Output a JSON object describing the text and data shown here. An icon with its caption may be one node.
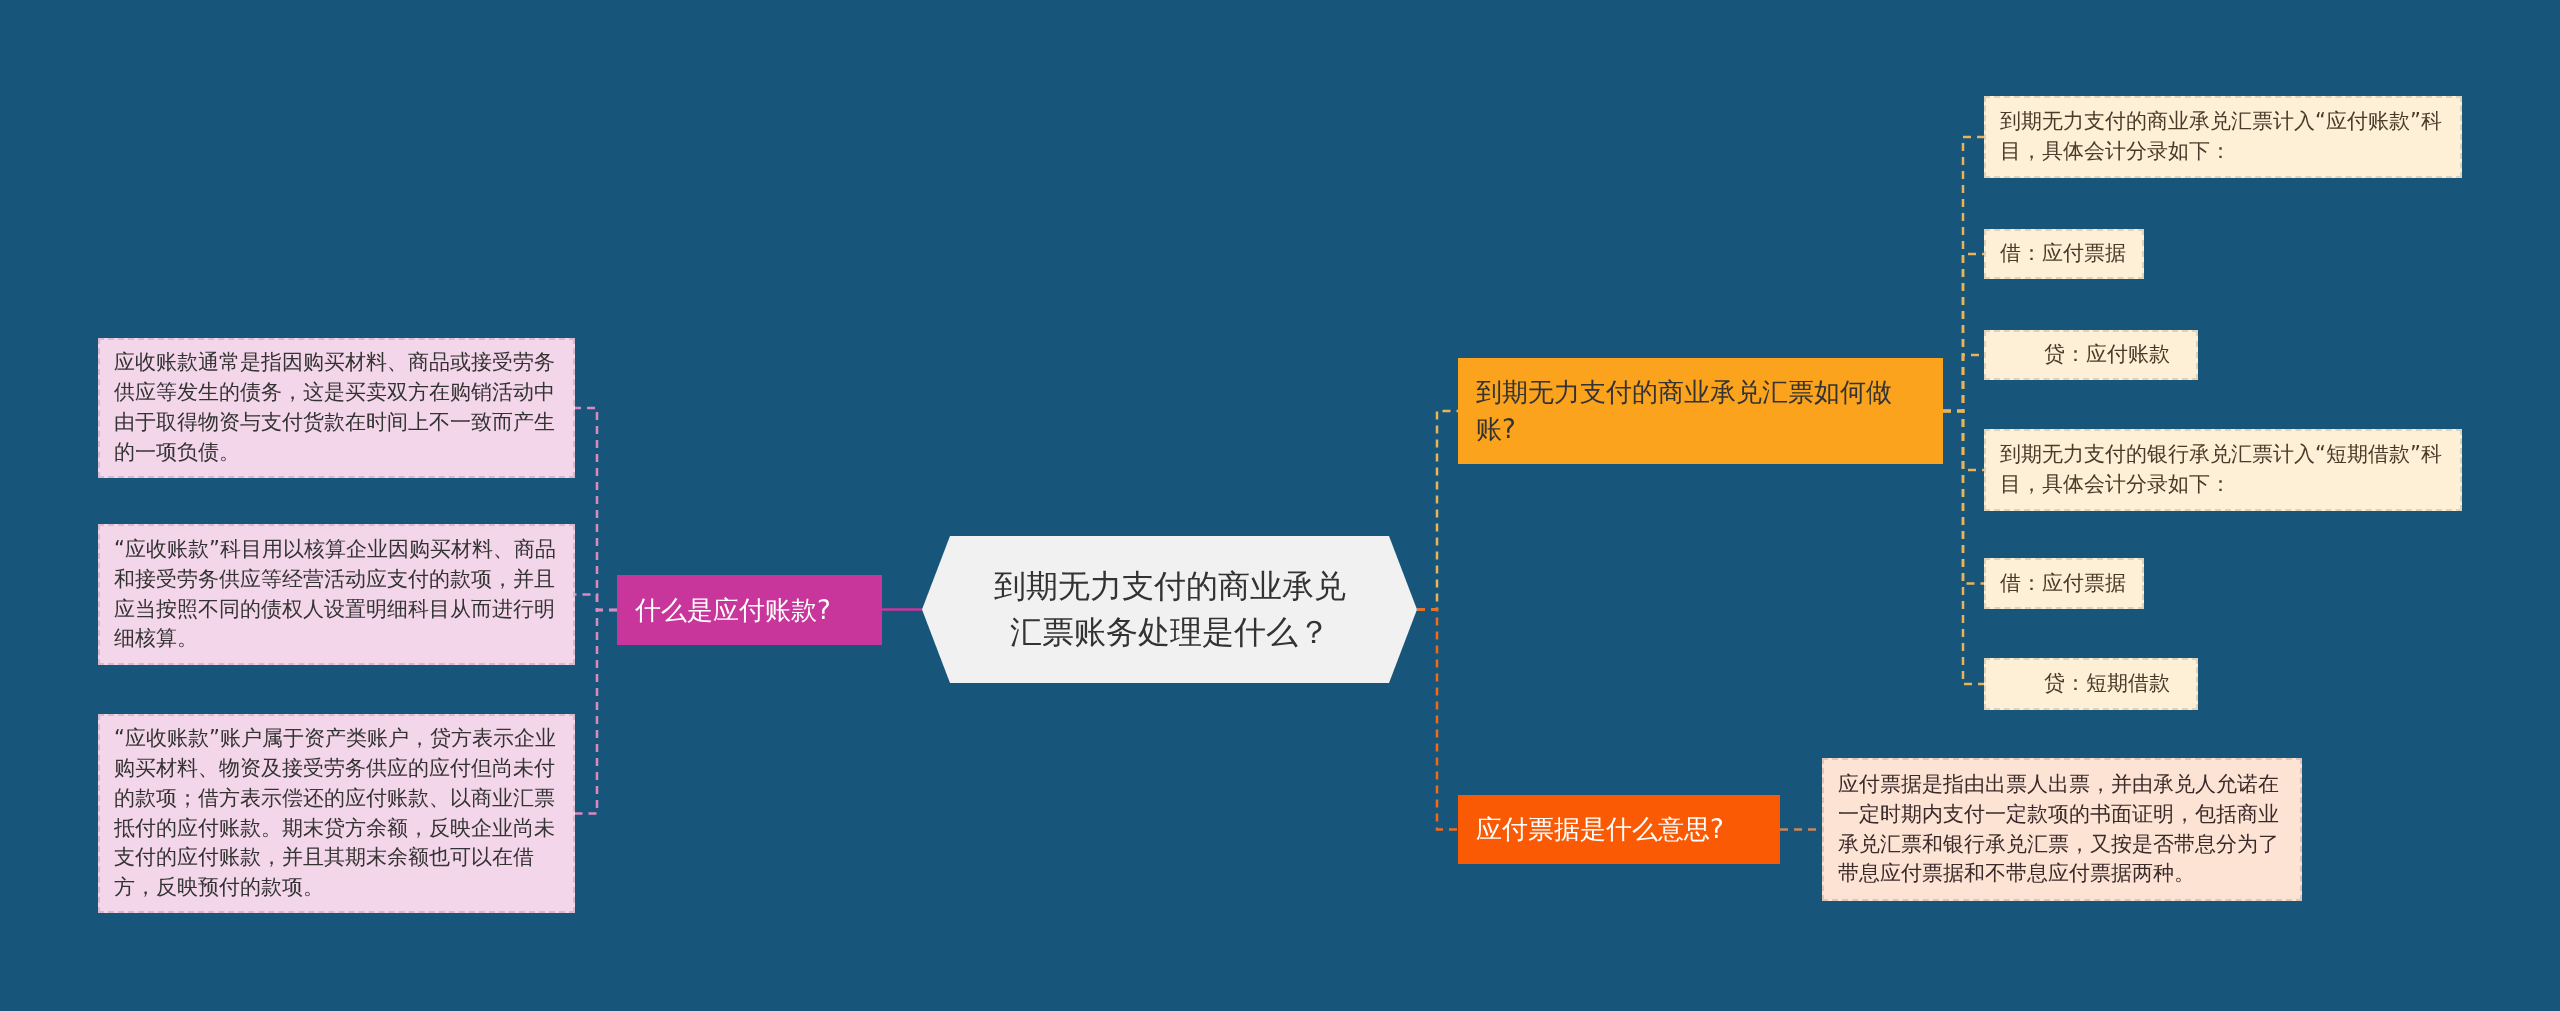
{
  "diagram": {
    "nodes": [
      {
        "text": [
          "到期无力支付的商业承兑汇票账务处理是什么？"
        ]
      },
      {
        "text": [
          "什么是应付账款?"
        ]
      },
      {
        "text": [
          "应收账款通常是指因购买材料、商品或接受劳务供应等发生的债务，这是买卖双方在购销活动中由于取得物资与支付货款在时间上不一致而产生的一项负债。"
        ]
      },
      {
        "text": [
          "“应收账款”科目用以核算企业因购买材料、商品和接受劳务供应等经营活动应支付的款项，并且应当按照不同的债权人设置明细科目从而进行明细核算。"
        ]
      },
      {
        "text": [
          "“应收账款”账户属于资产类账户，贷方表示企业购买材料、物资及接受劳务供应的应付但尚未付的款项；借方表示偿还的应付账款、以商业汇票抵付的应付账款。期末贷方余额，反映企业尚未支付的应付账款，并且其期末余额也可以在借方，反映预付的款项。"
        ]
      },
      {
        "text": [
          "到期无力支付的商业承兑汇票如何做账?"
        ]
      },
      {
        "text": [
          "到期无力支付的商业承兑汇票计入“应付账款”科目，具体会计分录如下："
        ]
      },
      {
        "text": [
          "借：应付票据"
        ]
      },
      {
        "text": [
          "贷：应付账款"
        ]
      },
      {
        "text": [
          "到期无力支付的银行承兑汇票计入“短期借款”科目，具体会计分录如下："
        ]
      },
      {
        "text": [
          "借：应付票据"
        ]
      },
      {
        "text": [
          "贷：短期借款"
        ]
      },
      {
        "text": [
          "应付票据是什么意思?"
        ]
      },
      {
        "text": [
          "应付票据是指由出票人出票，并由承兑人允诺在一定时期内支付一定款项的书面证明，包括商业承兑汇票和银行承兑汇票，又按是否带息分为了带息应付票据和不带息应付票据两种。"
        ]
      }
    ],
    "edges": [
      {
        "from": 0,
        "to": 1,
        "arrow": "none",
        "color": "#c8359b"
      },
      {
        "from": 1,
        "to": 2,
        "arrow": "none",
        "style": "dashed",
        "color": "#d98ac0"
      },
      {
        "from": 1,
        "to": 3,
        "arrow": "none",
        "style": "dashed",
        "color": "#d98ac0"
      },
      {
        "from": 1,
        "to": 4,
        "arrow": "none",
        "style": "dashed",
        "color": "#d98ac0"
      },
      {
        "from": 0,
        "to": 5,
        "arrow": "none",
        "style": "dashed"
      },
      {
        "from": 0,
        "to": 12,
        "arrow": "none",
        "style": "dashed",
        "color": "#f26a1b"
      },
      {
        "from": 5,
        "to": 6,
        "arrow": "none",
        "style": "dashed"
      },
      {
        "from": 5,
        "to": 7,
        "arrow": "none",
        "style": "dashed"
      },
      {
        "from": 5,
        "to": 8,
        "arrow": "none",
        "style": "dashed"
      },
      {
        "from": 5,
        "to": 9,
        "arrow": "none",
        "style": "dashed"
      },
      {
        "from": 5,
        "to": 10,
        "arrow": "none",
        "style": "dashed"
      },
      {
        "from": 5,
        "to": 11,
        "arrow": "none",
        "style": "dashed"
      },
      {
        "from": 12,
        "to": 13,
        "arrow": "none",
        "style": "dashed",
        "color": "#c9865a"
      }
    ]
  }
}
